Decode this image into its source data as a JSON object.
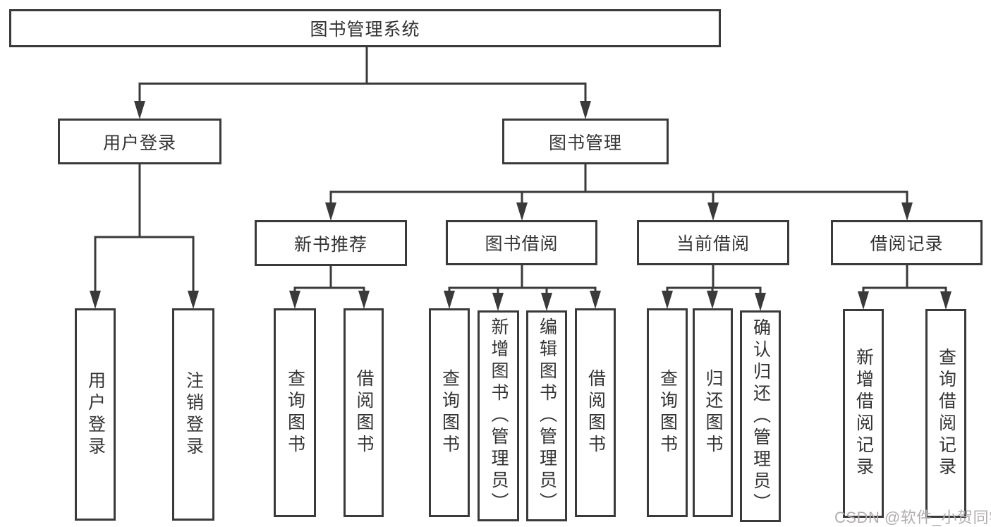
{
  "diagram_title": "图书管理系统",
  "nodes": {
    "root": {
      "label": "图书管理系统"
    },
    "userLogin": {
      "label": "用户登录"
    },
    "bookManagement": {
      "label": "图书管理"
    },
    "newBookRecommend": {
      "label": "新书推荐"
    },
    "bookBorrow": {
      "label": "图书借阅"
    },
    "currentBorrow": {
      "label": "当前借阅"
    },
    "borrowRecords": {
      "label": "借阅记录"
    },
    "leafUserLogin": {
      "label": "用户登录"
    },
    "leafLogout": {
      "label": "注销登录"
    },
    "leafQueryBooksA": {
      "label": "查询图书"
    },
    "leafBorrowBooksA": {
      "label": "借阅图书"
    },
    "leafQueryBooksB": {
      "label": "查询图书"
    },
    "leafAddBooks": {
      "label": "新增图书（管理员）"
    },
    "leafEditBooks": {
      "label": "编辑图书（管理员）"
    },
    "leafBorrowBooksB": {
      "label": "借阅图书"
    },
    "leafQueryBooksC": {
      "label": "查询图书"
    },
    "leafReturnBooks": {
      "label": "归还图书"
    },
    "leafConfirmReturn": {
      "label": "确认归还（管理员）"
    },
    "leafAddBorrowRecord": {
      "label": "新增借阅记录"
    },
    "leafQueryBorrowRecord": {
      "label": "查询借阅记录"
    }
  },
  "hierarchy": {
    "图书管理系统": {
      "用户登录": [
        "用户登录",
        "注销登录"
      ],
      "图书管理": {
        "新书推荐": [
          "查询图书",
          "借阅图书"
        ],
        "图书借阅": [
          "查询图书",
          "新增图书（管理员）",
          "编辑图书（管理员）",
          "借阅图书"
        ],
        "当前借阅": [
          "查询图书",
          "归还图书",
          "确认归还（管理员）"
        ],
        "借阅记录": [
          "新增借阅记录",
          "查询借阅记录"
        ]
      }
    }
  },
  "watermark": {
    "text": "CSDN @软件_小贺同学"
  },
  "colors": {
    "line": "#3a3a3a",
    "box_border": "#3a3a3a",
    "box_fill": "#ffffff",
    "text": "#333333",
    "watermark": "#b2adb0",
    "background": "#ffffff"
  }
}
